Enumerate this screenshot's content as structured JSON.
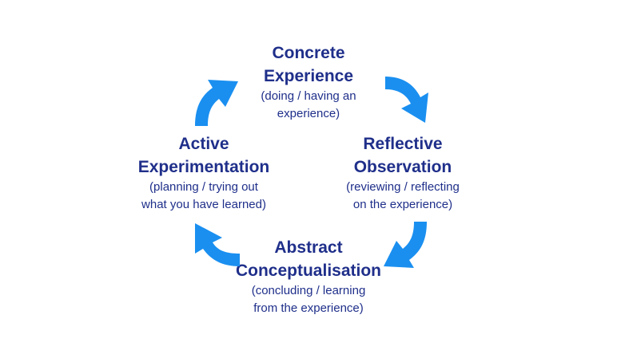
{
  "stages": {
    "top": {
      "title_line1": "Concrete",
      "title_line2": "Experience",
      "desc_line1": "(doing / having an",
      "desc_line2": "experience)"
    },
    "right": {
      "title_line1": "Reflective",
      "title_line2": "Observation",
      "desc_line1": "(reviewing / reflecting",
      "desc_line2": "on the experience)"
    },
    "bottom": {
      "title_line1": "Abstract",
      "title_line2": "Conceptualisation",
      "desc_line1": "(concluding / learning",
      "desc_line2": "from the experience)"
    },
    "left": {
      "title_line1": "Active",
      "title_line2": "Experimentation",
      "desc_line1": "(planning / trying out",
      "desc_line2": "what you have learned)"
    }
  },
  "colors": {
    "text": "#1f2f8a",
    "arrow": "#1a8ff0",
    "background": "#ffffff"
  },
  "icons": {
    "arrow": "curved-arrow-icon"
  }
}
